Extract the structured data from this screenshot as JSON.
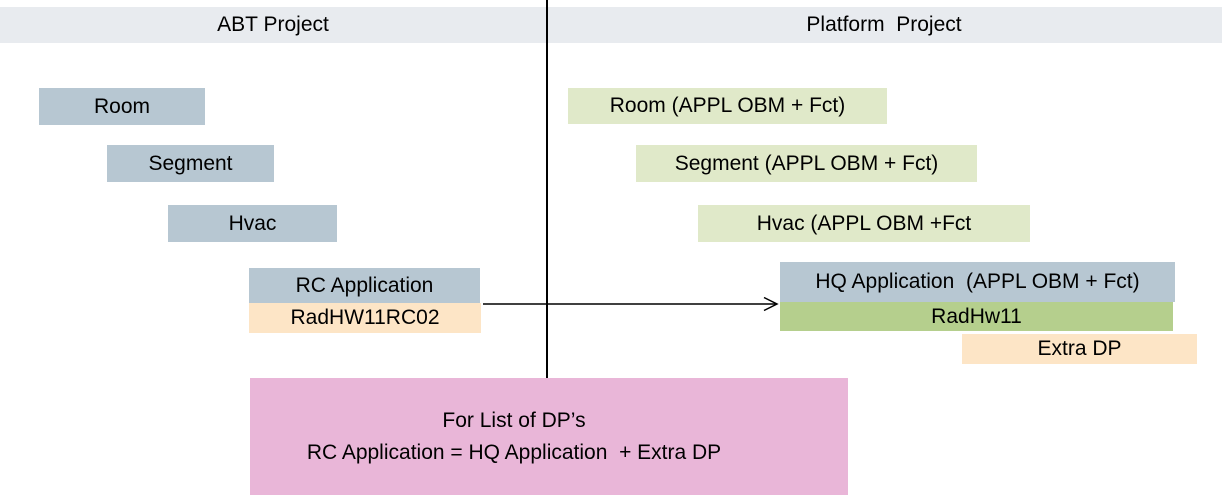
{
  "header": {
    "left_label": "ABT Project",
    "right_label": "Platform  Project"
  },
  "abt_project": {
    "boxes": [
      {
        "label": "Room"
      },
      {
        "label": "Segment"
      },
      {
        "label": "Hvac"
      },
      {
        "label": "RC Application"
      },
      {
        "label": "RadHW11RC02"
      }
    ]
  },
  "platform_project": {
    "boxes": [
      {
        "label": "Room (APPL OBM + Fct)"
      },
      {
        "label": "Segment (APPL OBM + Fct)"
      },
      {
        "label": "Hvac (APPL OBM +Fct"
      },
      {
        "label": "HQ Application  (APPL OBM + Fct)"
      },
      {
        "label": "RadHw11"
      },
      {
        "label": "Extra DP"
      }
    ]
  },
  "note_box": {
    "line1": "For List of DP’s",
    "line2": "RC Application = HQ Application  + Extra DP"
  },
  "colors": {
    "header_band": "#e8ebef",
    "gray_box": "#b7c7d2",
    "light_green_box": "#e0e9c9",
    "green_box": "#b5cf8d",
    "peach_box": "#fde5c6",
    "pink_note": "#e9b6d8",
    "line": "#000000",
    "text": "#000000",
    "background": "#ffffff"
  }
}
